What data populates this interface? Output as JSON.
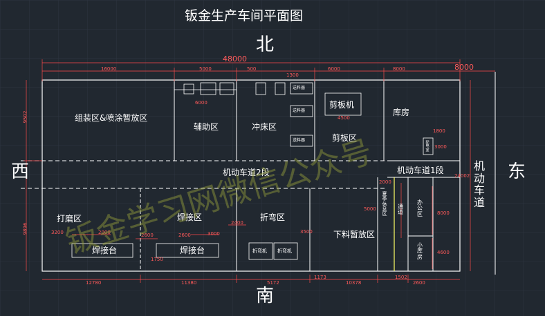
{
  "title": "钣金生产车间平面图",
  "compass": {
    "north": "北",
    "south": "南",
    "west": "西",
    "east": "东"
  },
  "east_road": "机动车道",
  "watermark": "钣金学习网微信公众号",
  "zones": {
    "assembly": "组装区&喷涂暂放区",
    "auxiliary": "辅助区",
    "punch": "冲床区",
    "shear_area": "剪板区",
    "shear_machine": "剪板机",
    "warehouse": "库房",
    "road2": "机动车道2段",
    "road1": "机动车道1段",
    "grinding": "打磨区",
    "welding": "焊接区",
    "bending": "折弯区",
    "blanking": "下料暂放区",
    "weld_table_1": "焊接台",
    "weld_table_2": "焊接台",
    "bender_1": "折弯机",
    "bender_2": "折弯机",
    "office": "办公区",
    "storeroom": "小库房",
    "passage": "通道",
    "summer_rest": "夏季休息区",
    "feeder_1": "送料器",
    "feeder_2": "送料器",
    "feeder_3": "送料器",
    "small_label": "配电室"
  },
  "dims": {
    "total_width": "48000",
    "right_extra": "8000",
    "top_seg_1": "16000",
    "top_seg_2": "5000",
    "top_seg_3": "500",
    "top_seg_4": "6000",
    "top_seg_5": "8000",
    "north_depth": "9502",
    "south_depth": "9896",
    "east_total": "24002",
    "bot_seg_1": "12780",
    "bot_seg_2": "11380",
    "bot_seg_3": "5172",
    "bot_seg_4": "1173",
    "bot_seg_5": "10378",
    "bot_seg_6": "1502",
    "bot_seg_7": "2600",
    "d_3200": "3200",
    "d_2000a": "2000",
    "d_2600a": "2600",
    "d_2600b": "2600",
    "d_3000": "3000",
    "d_2400": "2400",
    "d_1750": "1750",
    "d_3500": "3500",
    "d_5000": "5000",
    "d_4600": "4600",
    "d_3000b": "3000",
    "d_1300": "1300",
    "d_4500": "4500",
    "d_1800": "1800",
    "d_2000b": "2000",
    "d_8000": "8000",
    "d_6000": "6000"
  }
}
